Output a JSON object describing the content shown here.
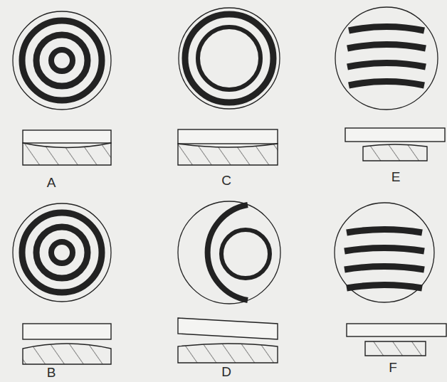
{
  "diagram": {
    "labels": [
      "A",
      "C",
      "E",
      "B",
      "D",
      "F"
    ]
  }
}
